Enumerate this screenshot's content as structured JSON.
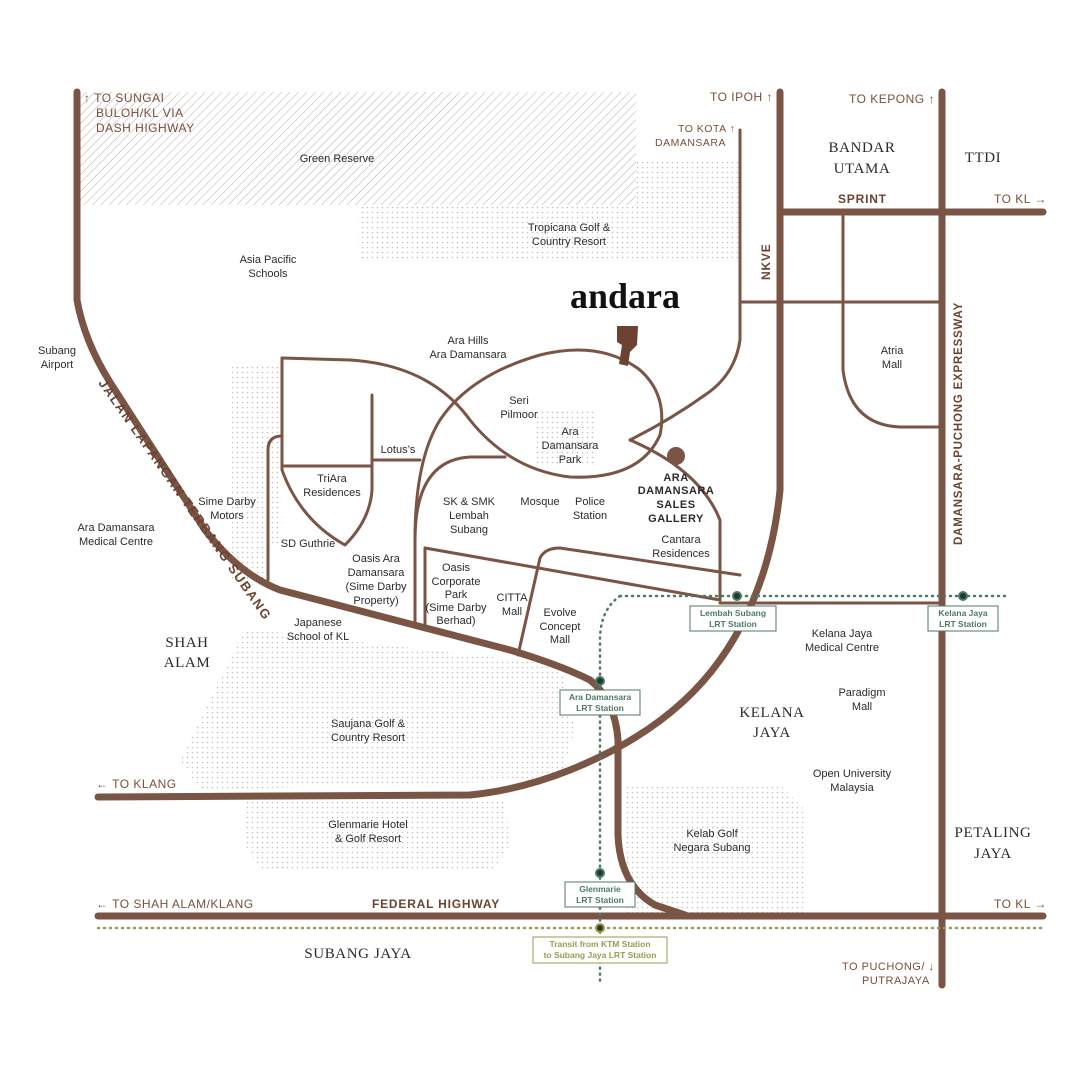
{
  "brand": {
    "name": "andara"
  },
  "colors": {
    "road": "#7a5444",
    "rail": "#4d7a66",
    "ktm": "#9c9a52",
    "hatch": "#b0a69f",
    "dots": "#c9bfb9"
  },
  "directions": {
    "sungai_buloh": [
      "↑ TO SUNGAI",
      "BULOH/KL VIA",
      "DASH HIGHWAY"
    ],
    "ipoh": "TO IPOH ↑",
    "kepong": "TO KEPONG ↑",
    "kota_damansara": [
      "TO KOTA ↑",
      "DAMANSARA"
    ],
    "kl_top": "TO KL →",
    "klang": "← TO KLANG",
    "shah_alam_klang": "← TO SHAH ALAM/KLANG",
    "kl_bottom": "TO KL →",
    "puchong": [
      "TO PUCHONG/ ↓",
      "PUTRAJAYA"
    ]
  },
  "roads": {
    "sprint": "SPRINT",
    "nkve": "NKVE",
    "federal": "FEDERAL HIGHWAY",
    "ldp": "DAMANSARA-PUCHONG EXPRESSWAY",
    "subang": "JALAN LAPANGAN TERBANG SUBANG"
  },
  "areas": {
    "bandar_utama": [
      "BANDAR",
      "UTAMA"
    ],
    "ttdi": "TTDI",
    "shah_alam": [
      "SHAH",
      "ALAM"
    ],
    "kelana_jaya": [
      "KELANA",
      "JAYA"
    ],
    "petaling_jaya": [
      "PETALING",
      "JAYA"
    ],
    "subang_jaya": "SUBANG JAYA"
  },
  "places": {
    "green_reserve": [
      "Green Reserve"
    ],
    "tropicana": [
      "Tropicana Golf &",
      "Country Resort"
    ],
    "asia_pacific": [
      "Asia Pacific",
      "Schools"
    ],
    "subang_airport": [
      "Subang",
      "Airport"
    ],
    "ara_hills": [
      "Ara Hills",
      "Ara Damansara"
    ],
    "seri_pilmoor": [
      "Seri",
      "Pilmoor"
    ],
    "ara_park": [
      "Ara",
      "Damansara",
      "Park"
    ],
    "lotus": [
      "Lotus’s"
    ],
    "triara": [
      "TriAra",
      "Residences"
    ],
    "sales_gallery": [
      "ARA",
      "DAMANSARA",
      "SALES",
      "GALLERY"
    ],
    "atria": [
      "Atria",
      "Mall"
    ],
    "sime_darby_motors": [
      "Sime Darby",
      "Motors"
    ],
    "sk_smk": [
      "SK & SMK",
      "Lembah",
      "Subang"
    ],
    "mosque": [
      "Mosque"
    ],
    "police": [
      "Police",
      "Station"
    ],
    "cantara": [
      "Cantara",
      "Residences"
    ],
    "ara_medical": [
      "Ara Damansara",
      "Medical Centre"
    ],
    "sd_guthrie": [
      "SD Guthrie"
    ],
    "oasis_ara": [
      "Oasis Ara",
      "Damansara",
      "(Sime Darby",
      "Property)"
    ],
    "oasis_corporate": [
      "Oasis",
      "Corporate",
      "Park",
      "(Sime Darby",
      "Berhad)"
    ],
    "citta": [
      "CITTA",
      "Mall"
    ],
    "evolve": [
      "Evolve",
      "Concept",
      "Mall"
    ],
    "japanese_school": [
      "Japanese",
      "School of KL"
    ],
    "kelana_medical": [
      "Kelana Jaya",
      "Medical Centre"
    ],
    "paradigm": [
      "Paradigm",
      "Mall"
    ],
    "saujana": [
      "Saujana Golf &",
      "Country Resort"
    ],
    "open_university": [
      "Open University",
      "Malaysia"
    ],
    "glenmarie_hotel": [
      "Glenmarie Hotel",
      "& Golf Resort"
    ],
    "kelab_golf": [
      "Kelab Golf",
      "Negara Subang"
    ]
  },
  "stations": {
    "lembah_subang": [
      "Lembah Subang",
      "LRT Station"
    ],
    "kelana_jaya": [
      "Kelana Jaya",
      "LRT Station"
    ],
    "ara_damansara": [
      "Ara Damansara",
      "LRT Station"
    ],
    "glenmarie": [
      "Glenmarie",
      "LRT Station"
    ],
    "ktm_transit": [
      "Transit from KTM Station",
      "to Subang Jaya LRT Station"
    ]
  }
}
